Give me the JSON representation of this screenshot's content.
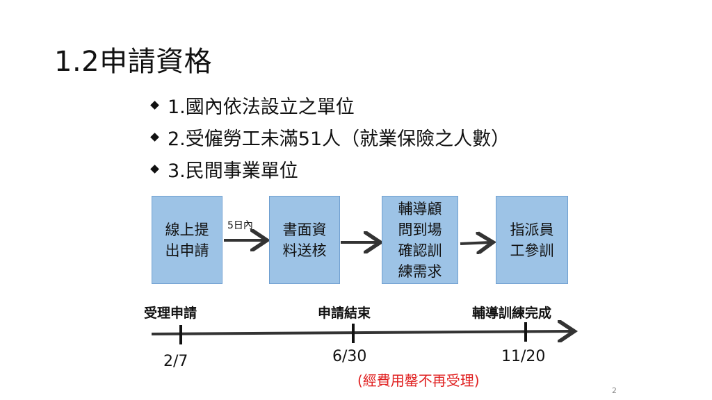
{
  "slide": {
    "title": "1.2申請資格",
    "page_number": "2"
  },
  "bullets": [
    "1.國內依法設立之單位",
    "2.受僱勞工未滿51人（就業保險之人數）",
    "3.民間事業單位"
  ],
  "flow": {
    "steps": [
      [
        "線上提",
        "出申請"
      ],
      [
        "書面資",
        "料送核"
      ],
      [
        "輔導顧",
        "問到場",
        "確認訓",
        "練需求"
      ],
      [
        "指派員",
        "工參訓"
      ]
    ],
    "first_arrow_note": "5日內",
    "box_fill": "#9dc3e6",
    "box_border": "#6f9fd0"
  },
  "timeline": {
    "milestones": [
      {
        "label": "受理申請",
        "date": "2/7"
      },
      {
        "label": "申請結束",
        "date": "6/30"
      },
      {
        "label": "輔導訓練完成",
        "date": "11/20"
      }
    ],
    "note": "(經費用罄不再受理)",
    "note_color": "#e02020"
  }
}
